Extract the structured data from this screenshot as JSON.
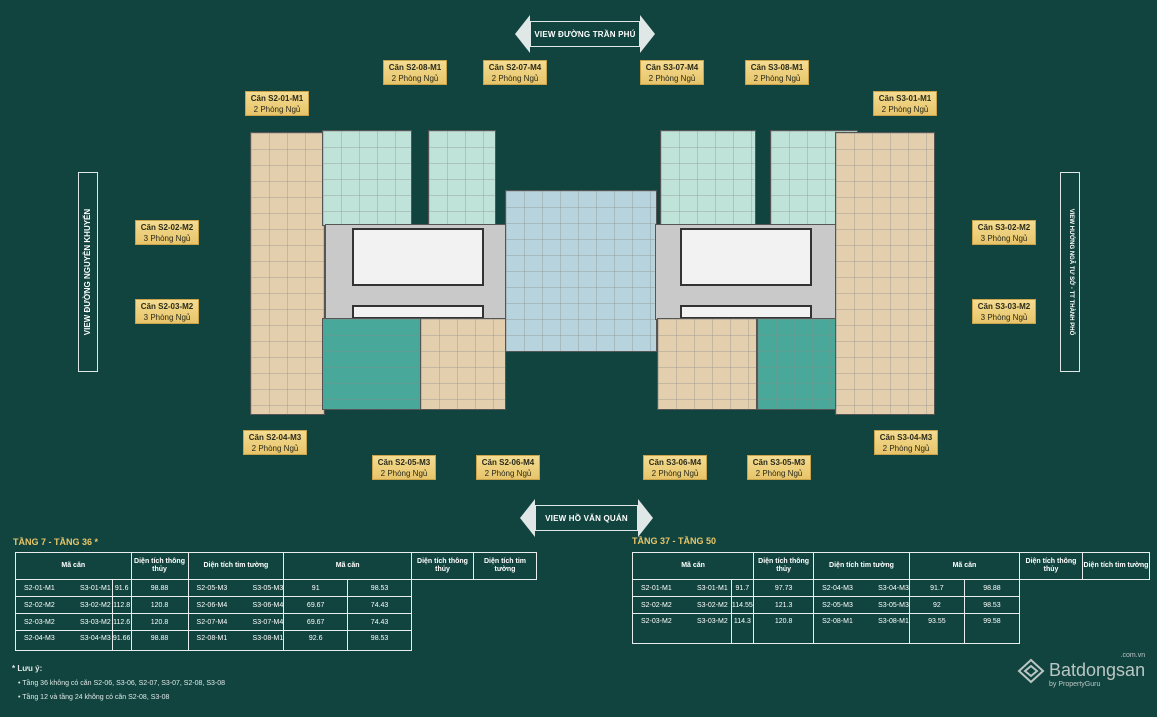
{
  "views": {
    "top": "VIEW ĐƯỜNG TRẦN PHÚ",
    "bottom": "VIEW HỒ VĂN QUÁN",
    "left": "VIEW ĐƯỜNG NGUYỄN KHUYẾN",
    "right": "VIEW HƯỚNG NGÃ TƯ SỞ - TT THÀNH PHỐ"
  },
  "labels": [
    {
      "code": "Căn S2-08-M1",
      "rooms": "2 Phòng Ngủ"
    },
    {
      "code": "Căn S2-07-M4",
      "rooms": "2 Phòng Ngủ"
    },
    {
      "code": "Căn S3-07-M4",
      "rooms": "2 Phòng Ngủ"
    },
    {
      "code": "Căn S3-08-M1",
      "rooms": "2 Phòng Ngủ"
    },
    {
      "code": "Căn S2-01-M1",
      "rooms": "2 Phòng Ngủ"
    },
    {
      "code": "Căn S3-01-M1",
      "rooms": "2 Phòng Ngủ"
    },
    {
      "code": "Căn S2-02-M2",
      "rooms": "3 Phòng Ngủ"
    },
    {
      "code": "Căn S2-03-M2",
      "rooms": "3 Phòng Ngủ"
    },
    {
      "code": "Căn S3-02-M2",
      "rooms": "3 Phòng Ngủ"
    },
    {
      "code": "Căn S3-03-M2",
      "rooms": "3 Phòng Ngủ"
    },
    {
      "code": "Căn S2-04-M3",
      "rooms": "2 Phòng Ngủ"
    },
    {
      "code": "Căn S3-04-M3",
      "rooms": "2 Phòng Ngủ"
    },
    {
      "code": "Căn S2-05-M3",
      "rooms": "2 Phòng Ngủ"
    },
    {
      "code": "Căn S2-06-M4",
      "rooms": "2 Phòng Ngủ"
    },
    {
      "code": "Căn S3-06-M4",
      "rooms": "2 Phòng Ngủ"
    },
    {
      "code": "Căn S3-05-M3",
      "rooms": "2 Phòng Ngủ"
    }
  ],
  "headers": [
    "Mã căn",
    "Diện tích thông thủy",
    "Diện tích tim tường",
    "Mã căn",
    "Diện tích thông thủy",
    "Diện tích tim tường"
  ],
  "table1": {
    "title": "TẦNG 7 - TẦNG 36 *",
    "rows": [
      [
        "S2-01-M1",
        "S3-01-M1",
        "91.6",
        "98.88",
        "S2-05-M3",
        "S3-05-M3",
        "91",
        "98.53"
      ],
      [
        "S2-02-M2",
        "S3-02-M2",
        "112.8",
        "120.8",
        "S2-06-M4",
        "S3-06-M4",
        "69.67",
        "74.43"
      ],
      [
        "S2-03-M2",
        "S3-03-M2",
        "112.6",
        "120.8",
        "S2-07-M4",
        "S3-07-M4",
        "69.67",
        "74.43"
      ],
      [
        "S2-04-M3",
        "S3-04-M3",
        "91.66",
        "98.88",
        "S2-08-M1",
        "S3-08-M1",
        "92.6",
        "98.53"
      ]
    ]
  },
  "table2": {
    "title": "TẦNG 37 - TẦNG 50",
    "rows": [
      [
        "S2-01-M1",
        "S3-01-M1",
        "91.7",
        "97.73",
        "S2-04-M3",
        "S3-04-M3",
        "91.7",
        "98.88"
      ],
      [
        "S2-02-M2",
        "S3-02-M2",
        "114.55",
        "121.3",
        "S2-05-M3",
        "S3-05-M3",
        "92",
        "98.53"
      ],
      [
        "S2-03-M2",
        "S3-03-M2",
        "114.3",
        "120.8",
        "S2-08-M1",
        "S3-08-M1",
        "93.55",
        "99.58"
      ]
    ]
  },
  "notes": {
    "title": "* Lưu ý:",
    "items": [
      "Tầng 36 không có căn S2-06, S3-06, S2-07, S3-07, S2-08, S3-08",
      "Tầng 12 và tầng 24 không có căn S2-08, S3-08"
    ]
  },
  "logo": {
    "name": "Batdongsan",
    "domain": ".com.vn",
    "by": "by PropertyGuru"
  }
}
